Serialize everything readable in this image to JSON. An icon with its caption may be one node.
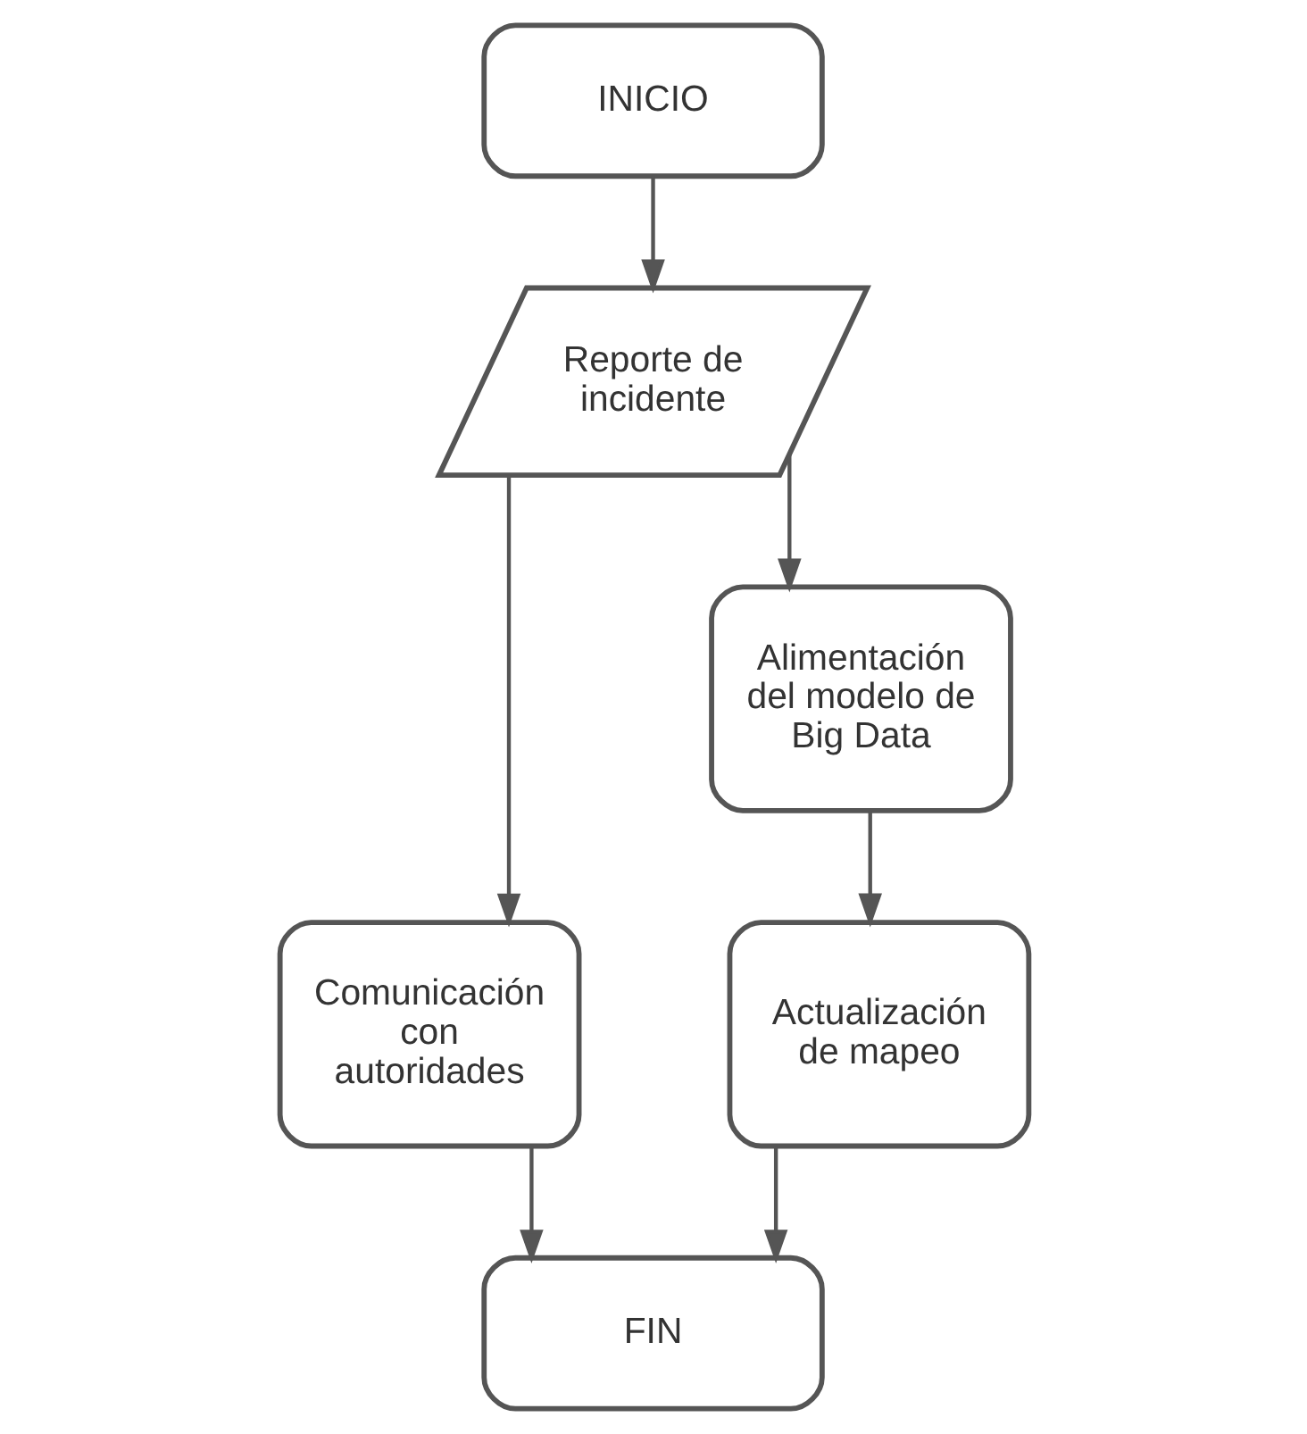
{
  "diagram": {
    "nodes": [
      {
        "text": [
          "INICIO"
        ]
      },
      {
        "text": [
          "Reporte de incidente"
        ]
      },
      {
        "text": [
          "Comunicación con autoridades"
        ]
      },
      {
        "text": [
          "Alimentación del modelo de Big Data"
        ]
      },
      {
        "text": [
          "Actualización de mapeo"
        ]
      },
      {
        "text": [
          "FIN"
        ]
      }
    ],
    "edges": [
      {
        "from": 0,
        "to": 1,
        "arrow": "to"
      },
      {
        "from": 1,
        "to": 2,
        "arrow": "to"
      },
      {
        "from": 1,
        "to": 3,
        "arrow": "to"
      },
      {
        "from": 3,
        "to": 4,
        "arrow": "to"
      },
      {
        "from": 2,
        "to": 5,
        "arrow": "to"
      },
      {
        "from": 4,
        "to": 5,
        "arrow": "to"
      }
    ]
  }
}
